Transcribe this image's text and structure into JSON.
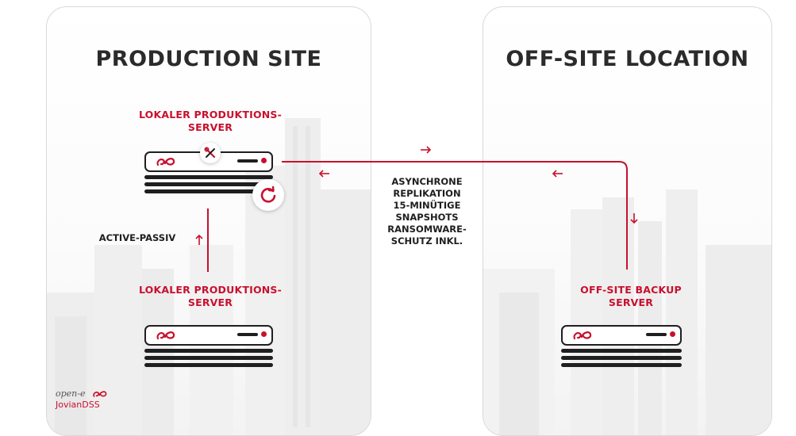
{
  "panels": {
    "production_title": "PRODUCTION SITE",
    "offsite_title": "OFF-SITE LOCATION"
  },
  "labels": {
    "server_top": [
      "LOKALER PRODUKTIONS-",
      "SERVER"
    ],
    "server_bottom": [
      "LOKALER PRODUKTIONS-",
      "SERVER"
    ],
    "backup_server": [
      "OFF-SITE BACKUP",
      "SERVER"
    ],
    "active_passive": "ACTIVE-PASSIV",
    "replication": [
      "ASYNCHRONE",
      "REPLIKATION",
      "15-MINÜTIGE",
      "SNAPSHOTS",
      "RANSOMWARE-",
      "SCHUTZ INKL."
    ]
  },
  "brand": {
    "line1": "open-e",
    "line2_a": "Jovian",
    "line2_b": "DSS"
  },
  "colors": {
    "accent": "#c8102e",
    "dark": "#1f1f1f",
    "skyline": "#ececec"
  },
  "icons": {
    "tools_badge": "wrench-screwdriver-icon",
    "sync_badge": "refresh-icon",
    "server_logo": "open-e-logo-icon"
  }
}
